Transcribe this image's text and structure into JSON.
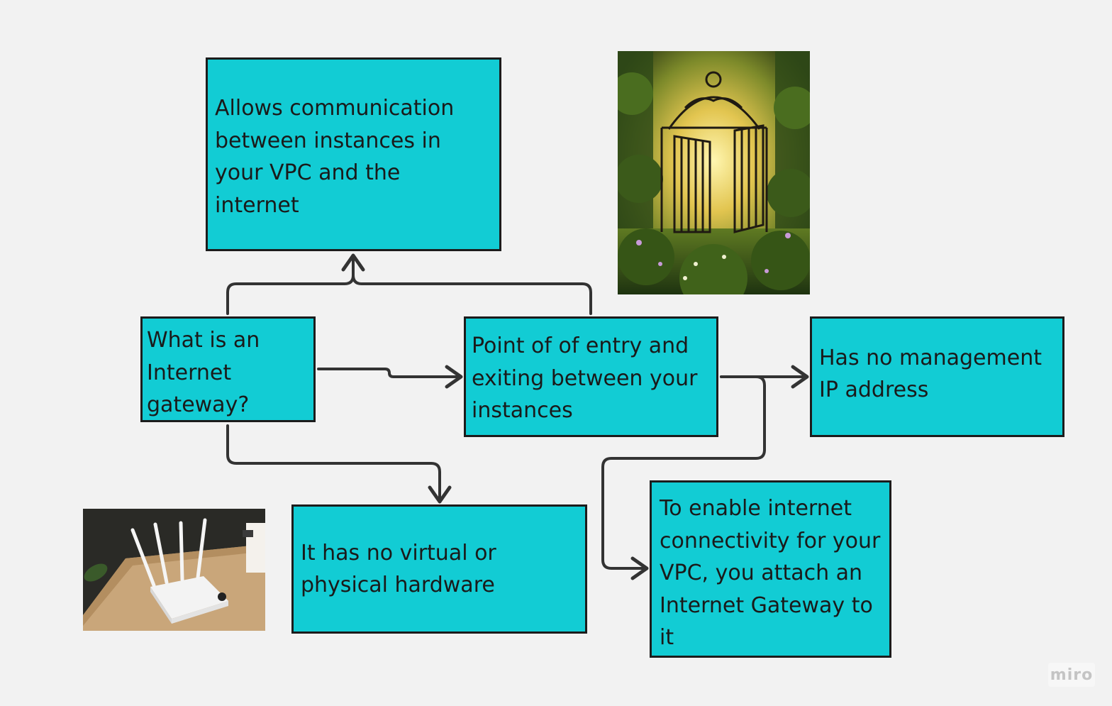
{
  "nodes": {
    "allows": "Allows communication\nbetween instances in\nyour VPC and the\ninternet",
    "question": "What is an\nInternet\ngateway?",
    "point": "Point of of entry and\nexiting between your\ninstances",
    "management": "Has no management\nIP address",
    "hardware": "It has no virtual or\nphysical hardware",
    "enable": "To enable internet\nconnectivity for your\nVPC, you attach an\nInternet Gateway to\nit"
  },
  "images": {
    "gate": "garden-gate-photo",
    "router": "wifi-router-photo"
  },
  "brand": {
    "logo_text": "miro"
  },
  "colors": {
    "card_fill": "#12ccd4",
    "card_border": "#1c1c1c",
    "connector": "#333333",
    "canvas": "#f2f2f2"
  }
}
